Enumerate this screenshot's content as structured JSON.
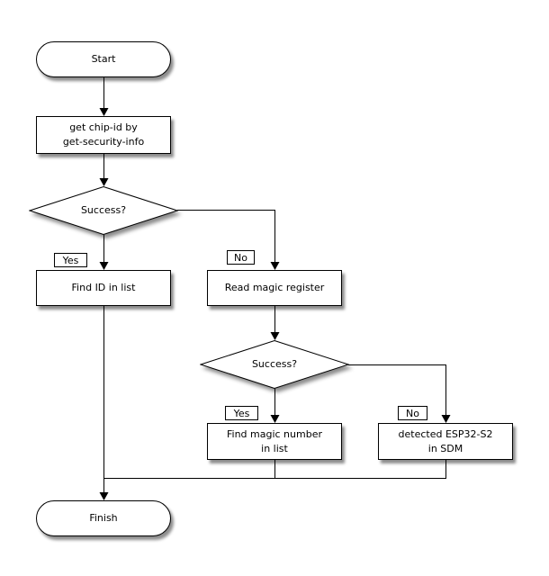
{
  "diagram": {
    "kind": "flowchart",
    "colors": {
      "background": "#ffffff",
      "node_fill": "#ffffff",
      "stroke": "#000000",
      "text": "#000000"
    },
    "nodes": {
      "start": {
        "label": "Start"
      },
      "get_chip_id": {
        "lines": [
          "get chip-id by",
          "get-security-info"
        ]
      },
      "decision_security": {
        "label": "Success?"
      },
      "find_id": {
        "label": "Find ID in list"
      },
      "read_magic": {
        "label": "Read magic register"
      },
      "decision_magic": {
        "label": "Success?"
      },
      "find_magic": {
        "lines": [
          "Find magic number",
          "in list"
        ]
      },
      "detected_sdm": {
        "lines": [
          "detected ESP32-S2",
          "in SDM"
        ]
      },
      "finish": {
        "label": "Finish"
      }
    },
    "edge_labels": {
      "yes1": "Yes",
      "no1": "No",
      "yes2": "Yes",
      "no2": "No"
    }
  }
}
